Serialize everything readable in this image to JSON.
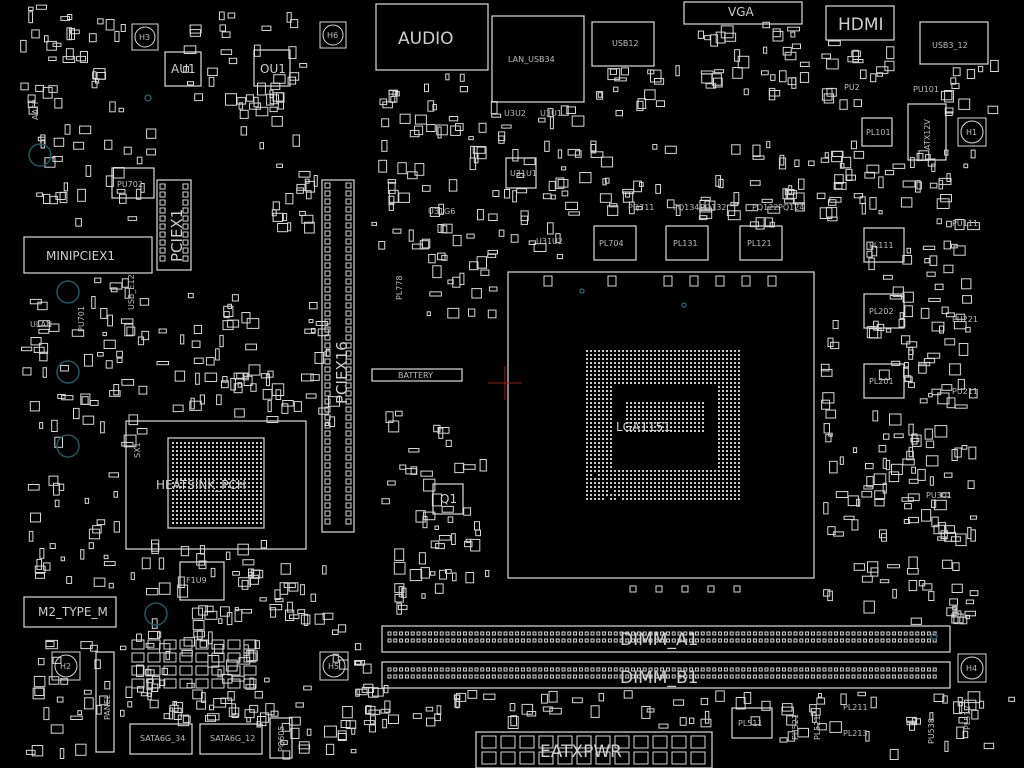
{
  "board": {
    "background": "#000000",
    "line_color": "#d8d8d8",
    "via_color": "#1d4d52",
    "cursor_color": "#a01818"
  },
  "labels": {
    "audio": "AUDIO",
    "vga": "VGA",
    "hdmi": "HDMI",
    "au1": "AU1",
    "ou1": "OU1",
    "h3": "H3",
    "h6": "H6",
    "h1": "H1",
    "h2": "H2",
    "h5": "H5",
    "h4": "H4",
    "pu702": "PU702",
    "minipciex1": "MINIPCIEX1",
    "pciex1": "PCIEX1",
    "pciex16": "PCIEX16",
    "battery": "BATTERY",
    "pl704": "PL704",
    "pl131": "PL131",
    "pl121": "PL121",
    "pl111": "PL111",
    "pl202": "PL202",
    "pl201": "PL201",
    "pl101": "PL101",
    "pl511": "PL511",
    "atx12v": "ATX12V",
    "heatsink": "HEATSINK_PCH",
    "sx1": "SX1",
    "f1u9": "F1U9",
    "m2": "M2_TYPE_M",
    "dimm_a1": "DIMM_A1",
    "dimm_b1": "DIMM_B1",
    "eatxpwr": "EATXPWR",
    "q1": "Q1",
    "u31u1": "U31U1",
    "cpu": "LGA1151",
    "usb3": "USB3_12",
    "panel": "PANEL",
    "sata_a": "SATA6G_34",
    "sata_b": "SATA6G_12",
    "pq605": "PQ605",
    "aafp": "AAFP",
    "pu2": "PU2",
    "pl211": "PL211",
    "pl213": "PL213",
    "pu538": "PU538",
    "pu701": "PU701",
    "pu301": "PU301",
    "usb_e": "USB_E12",
    "pl778": "PL778",
    "ulan": "ULAN",
    "pu111": "PU111",
    "pu221": "PU221",
    "pu211": "PU211",
    "pu101": "PU101",
    "pq134": "PQ134",
    "pq132": "PQ132",
    "pq122": "PQ122",
    "pq124": "PQ124",
    "pq711": "PQ711",
    "lan_usb": "LAN_USB34",
    "u3u2": "U3U2",
    "u3u1": "U3U1",
    "u31u2": "U31U2",
    "u31g6": "U31G6",
    "usb12": "USB12",
    "pu521": "PU521",
    "pl521": "PL521",
    "pl512": "PL512"
  }
}
